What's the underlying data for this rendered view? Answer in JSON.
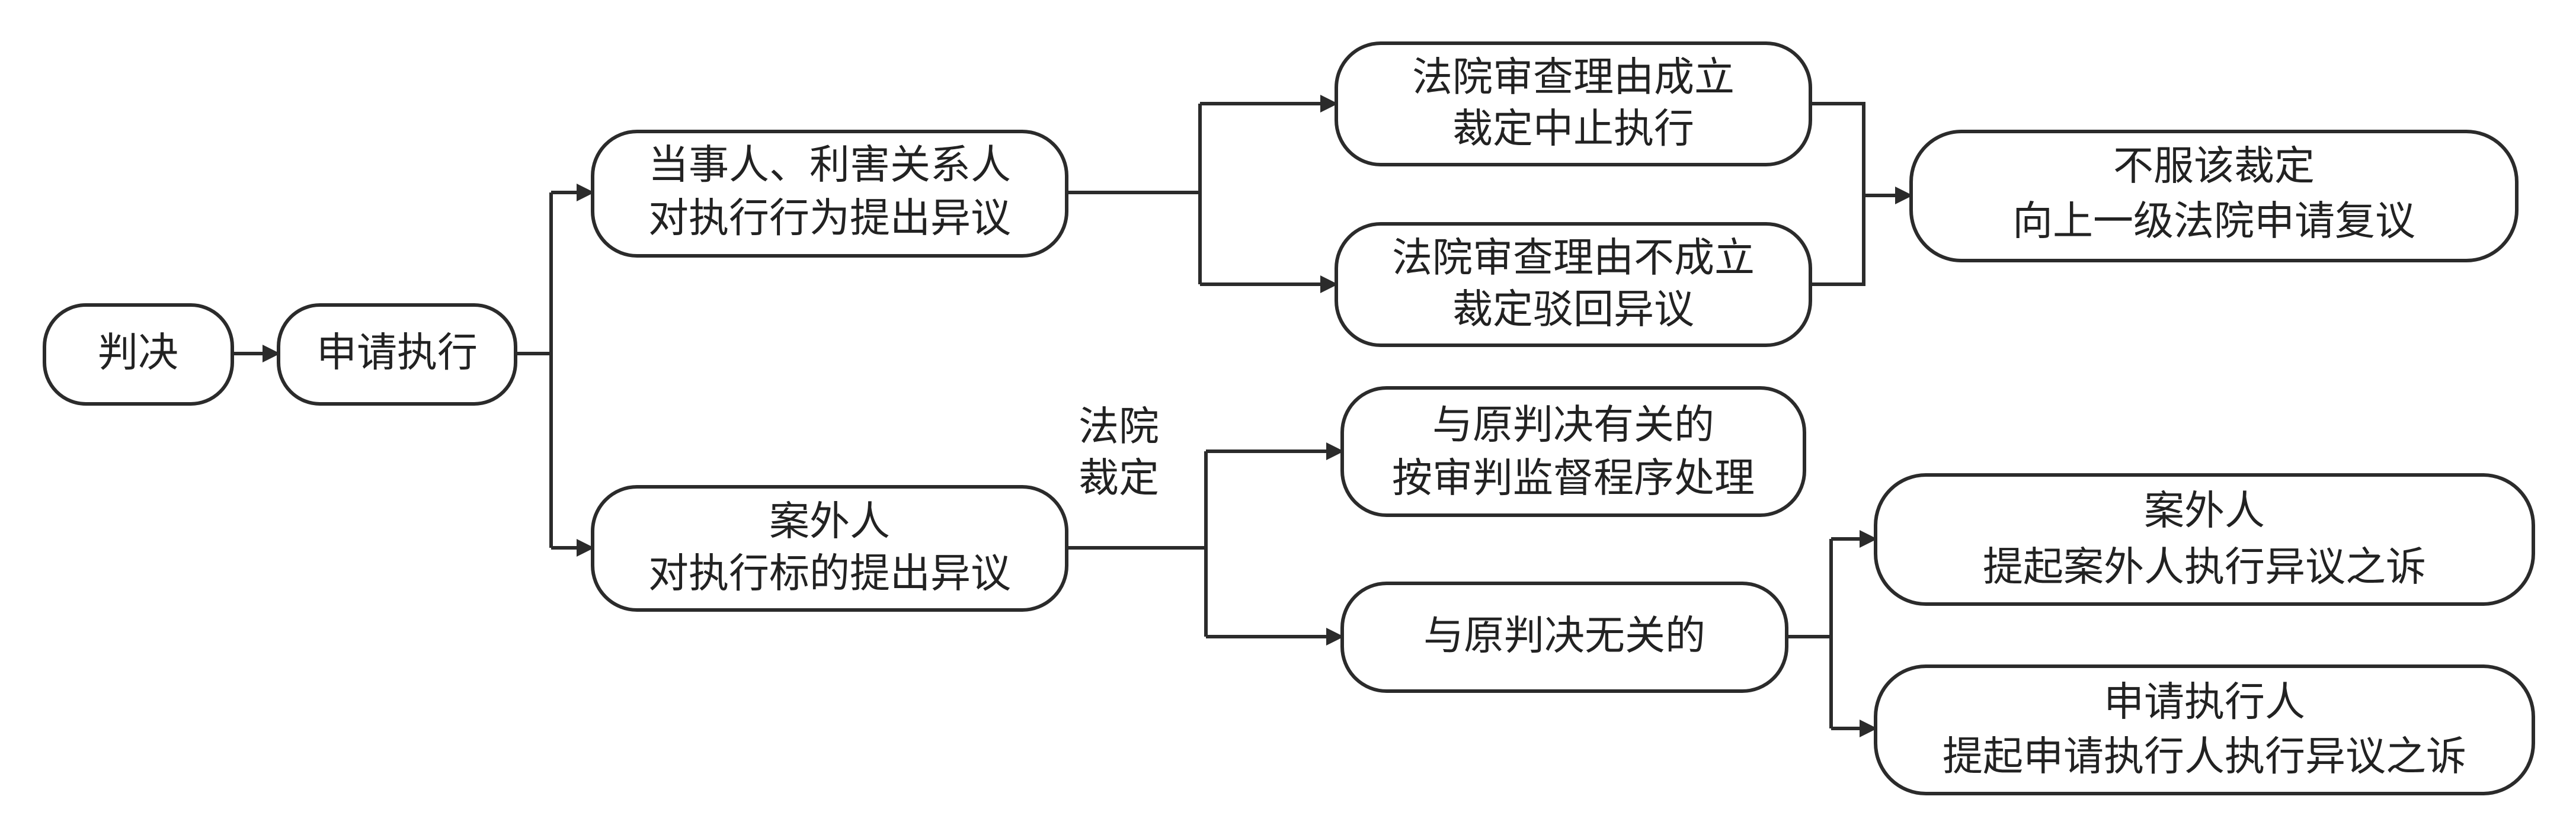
{
  "nodes": {
    "judgment": {
      "lines": [
        "判决"
      ]
    },
    "apply_execution": {
      "lines": [
        "申请执行"
      ]
    },
    "party_objection": {
      "lines": [
        "当事人、利害关系人",
        "对执行行为提出异议"
      ]
    },
    "outsider_objection": {
      "lines": [
        "案外人",
        "对执行标的提出异议"
      ]
    },
    "court_reason_valid": {
      "lines": [
        "法院审查理由成立",
        "裁定中止执行"
      ]
    },
    "court_reason_invalid": {
      "lines": [
        "法院审查理由不成立",
        "裁定驳回异议"
      ]
    },
    "appeal_review": {
      "lines": [
        "不服该裁定",
        "向上一级法院申请复议"
      ]
    },
    "related_to_judgment": {
      "lines": [
        "与原判决有关的",
        "按审判监督程序处理"
      ]
    },
    "unrelated_to_judgment": {
      "lines": [
        "与原判决无关的"
      ]
    },
    "outsider_lawsuit": {
      "lines": [
        "案外人",
        "提起案外人执行异议之诉"
      ]
    },
    "applicant_lawsuit": {
      "lines": [
        "申请执行人",
        "提起申请执行人执行异议之诉"
      ]
    }
  },
  "edge_labels": {
    "court_ruling": [
      "法院",
      "裁定"
    ]
  },
  "edges": [
    {
      "from": "judgment",
      "to": "apply_execution"
    },
    {
      "from": "apply_execution",
      "to": "party_objection"
    },
    {
      "from": "apply_execution",
      "to": "outsider_objection"
    },
    {
      "from": "party_objection",
      "to": "court_reason_valid"
    },
    {
      "from": "party_objection",
      "to": "court_reason_invalid"
    },
    {
      "from": "court_reason_valid",
      "to": "appeal_review"
    },
    {
      "from": "court_reason_invalid",
      "to": "appeal_review"
    },
    {
      "from": "outsider_objection",
      "to": "related_to_judgment"
    },
    {
      "from": "outsider_objection",
      "to": "unrelated_to_judgment"
    },
    {
      "from": "unrelated_to_judgment",
      "to": "outsider_lawsuit"
    },
    {
      "from": "unrelated_to_judgment",
      "to": "applicant_lawsuit"
    }
  ],
  "colors": {
    "stroke": "#2b2b2b",
    "text": "#222222",
    "background": "#ffffff"
  }
}
